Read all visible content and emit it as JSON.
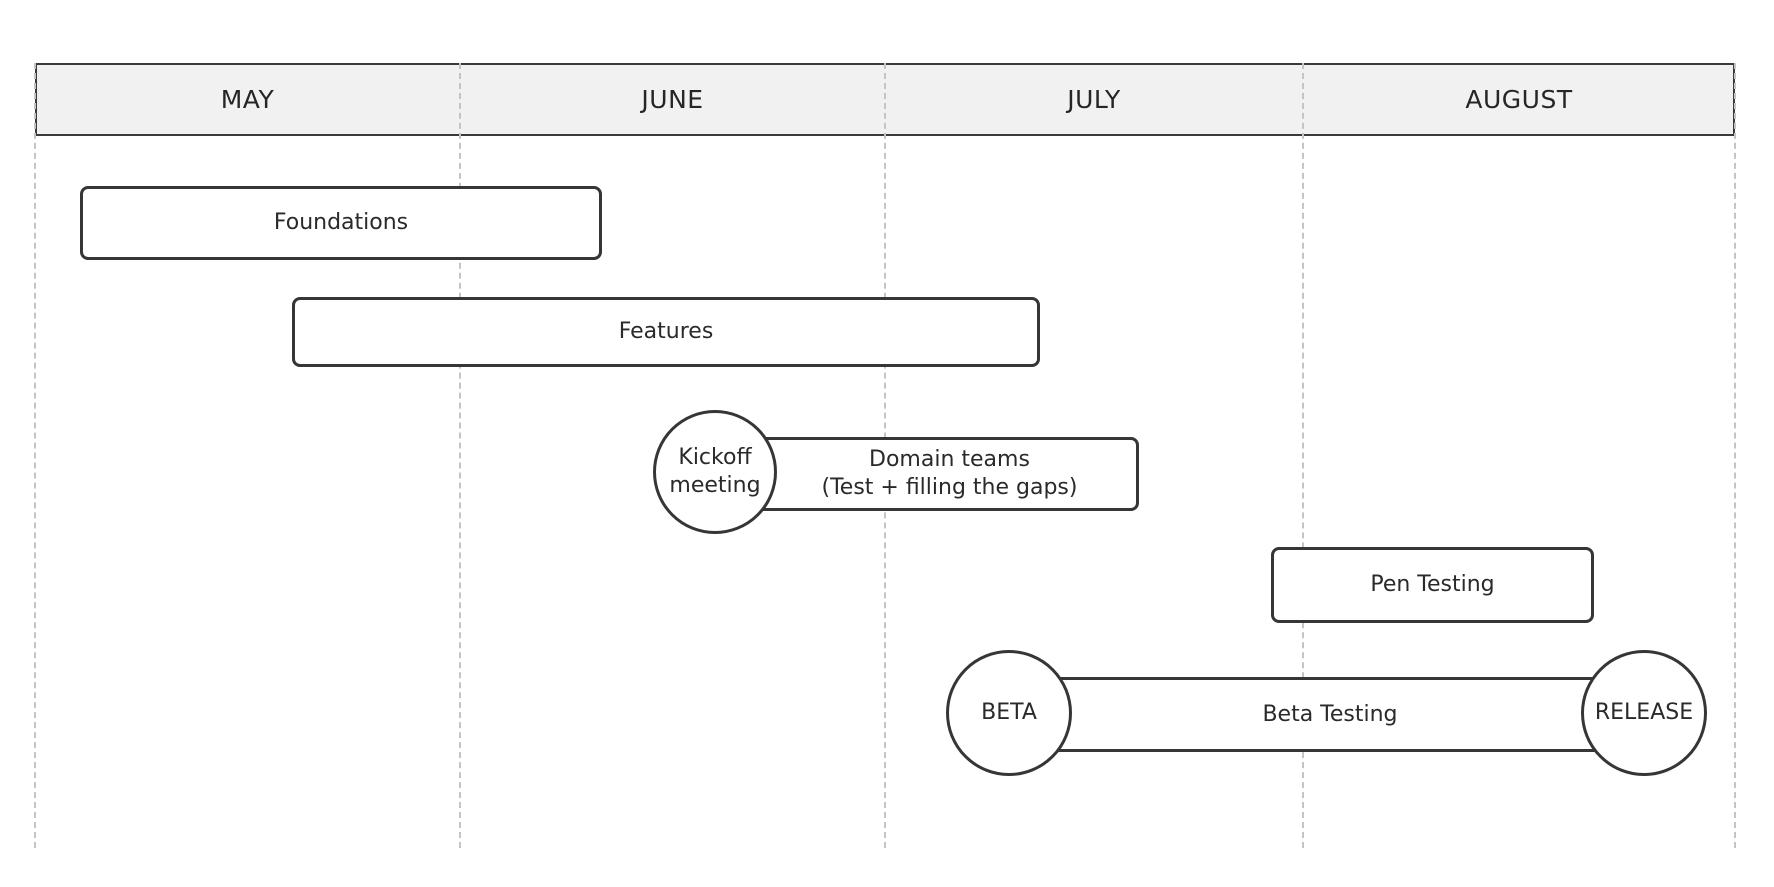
{
  "timeline": {
    "months": [
      "MAY",
      "JUNE",
      "JULY",
      "AUGUST"
    ]
  },
  "tasks": {
    "foundations": "Foundations",
    "features": "Features",
    "domain_teams": {
      "line1": "Domain teams",
      "line2": "(Test + filling the gaps)"
    },
    "pen_testing": "Pen Testing",
    "beta_testing": "Beta Testing"
  },
  "milestones": {
    "kickoff": {
      "line1": "Kickoff",
      "line2": "meeting"
    },
    "beta": "BETA",
    "release": "RELEASE"
  },
  "colors": {
    "header_fill": "#f1f1f1",
    "stroke": "#363636",
    "gridline": "#c4c4c4",
    "background": "#ffffff"
  }
}
